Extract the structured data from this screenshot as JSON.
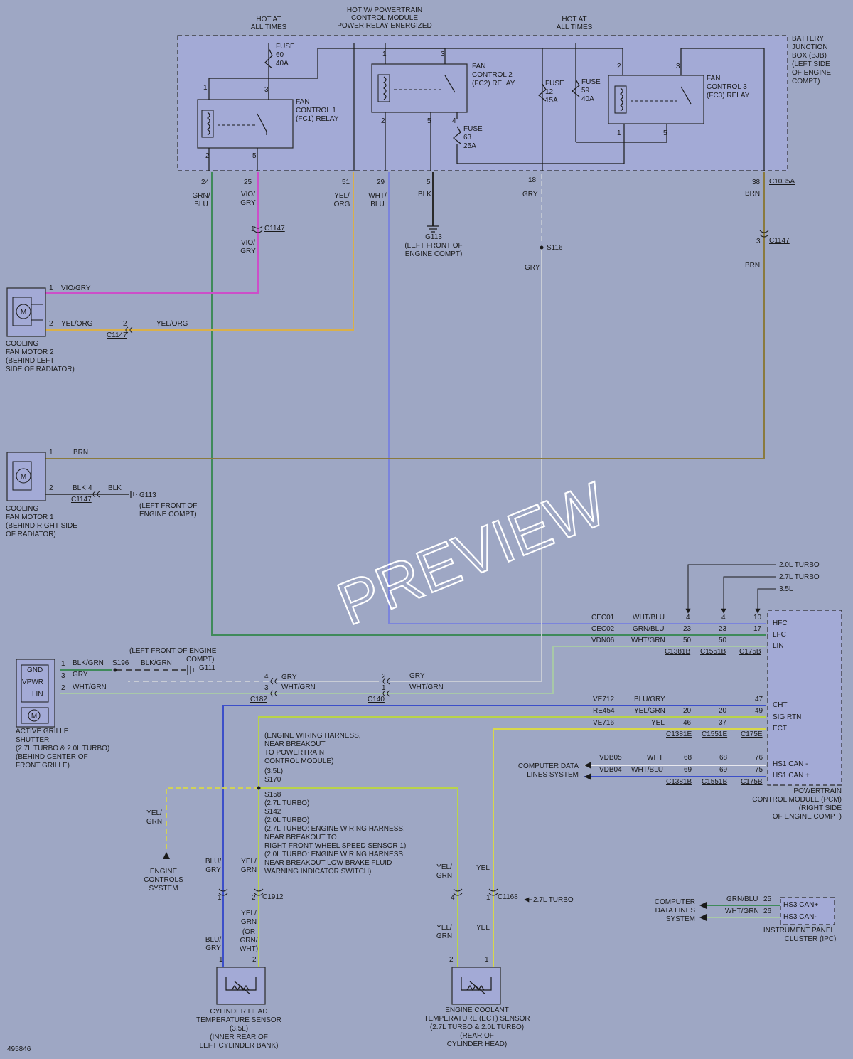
{
  "document": {
    "doc_id": "495846",
    "watermark": "PREVIEW"
  },
  "bjb": {
    "title_lines": [
      "BATTERY",
      "JUNCTION",
      "BOX (BJB)",
      "(LEFT SIDE",
      "OF ENGINE",
      "COMPT)"
    ],
    "hot_left": [
      "HOT AT",
      "ALL TIMES"
    ],
    "hot_mid": [
      "HOT W/ POWERTRAIN",
      "CONTROL MODULE",
      "POWER RELAY ENERGIZED"
    ],
    "hot_right": [
      "HOT AT",
      "ALL TIMES"
    ],
    "fuse_60": [
      "FUSE",
      "60",
      "40A"
    ],
    "fuse_12": [
      "FUSE",
      "12",
      "15A"
    ],
    "fuse_59": [
      "FUSE",
      "59",
      "40A"
    ],
    "fuse_63": [
      "FUSE",
      "63",
      "25A"
    ],
    "fc1": [
      "FAN",
      "CONTROL 1",
      "(FC1) RELAY"
    ],
    "fc2": [
      "FAN",
      "CONTROL 2",
      "(FC2) RELAY"
    ],
    "fc3": [
      "FAN",
      "CONTROL 3",
      "(FC3) RELAY"
    ],
    "relay_pins": {
      "p1": "1",
      "p2": "2",
      "p3": "3",
      "p4": "4",
      "p5": "5"
    },
    "pins_bottom": [
      "24",
      "25",
      "51",
      "29",
      "5",
      "18",
      "38"
    ],
    "connector": "C1035A"
  },
  "wires": {
    "grn_blu": [
      "GRN/",
      "BLU"
    ],
    "vio_gry": [
      "VIO/",
      "GRY"
    ],
    "yel_org": [
      "YEL/",
      "ORG"
    ],
    "wht_blu": [
      "WHT/",
      "BLU"
    ],
    "blk": "BLK",
    "gry": "GRY",
    "brn": "BRN",
    "vio_gry_inline": "VIO/GRY",
    "yel_org_inline": "YEL/ORG",
    "blk_grn": "BLK/GRN",
    "wht_grn": "WHT/GRN",
    "blu_gry": [
      "BLU/",
      "GRY"
    ],
    "yel_grn": [
      "YEL/",
      "GRN"
    ],
    "yel": "YEL",
    "yel_grn_alt": [
      "YEL/",
      "GRN",
      "(OR",
      "GRN/",
      "WHT)"
    ]
  },
  "connectors": {
    "c1147": "C1147",
    "c182": "C182",
    "c140": "C140",
    "c1912": "C1912",
    "c1168": "C1168",
    "pin1": "1",
    "pin2": "2",
    "pin3": "3",
    "pin4": "4"
  },
  "grounds": {
    "g113_main": [
      "G113",
      "(LEFT FRONT OF",
      "ENGINE COMPT)"
    ],
    "g113_small": [
      "G113",
      "(LEFT FRONT OF",
      "ENGINE COMPT)"
    ],
    "g111": [
      "(LEFT FRONT OF ENGINE",
      "COMPT)",
      "G111"
    ]
  },
  "splices": {
    "s116": "S116",
    "s196": "S196",
    "s170_note": [
      "(ENGINE WIRING HARNESS,",
      "NEAR BREAKOUT",
      "TO POWERTRAIN",
      "CONTROL MODULE)",
      "(3.5L)",
      "S170"
    ],
    "s158_note": [
      "S158",
      "(2.7L TURBO)",
      "S142",
      "(2.0L TURBO)",
      "(2.7L TURBO: ENGINE WIRING HARNESS,",
      "NEAR BREAKOUT TO",
      "RIGHT FRONT WHEEL SPEED SENSOR 1)",
      "(2.0L TURBO: ENGINE WIRING HARNESS,",
      "NEAR BREAKOUT LOW BRAKE FLUID",
      "WARNING INDICATOR SWITCH)"
    ]
  },
  "components": {
    "fan_motor_2": [
      "COOLING",
      "FAN MOTOR 2",
      "(BEHIND LEFT",
      "SIDE OF RADIATOR)"
    ],
    "fan_motor_1": [
      "COOLING",
      "FAN MOTOR 1",
      "(BEHIND RIGHT SIDE",
      "OF RADIATOR)"
    ],
    "motor_symbol": "M",
    "grille": [
      "ACTIVE GRILLE",
      "SHUTTER",
      "(2.7L TURBO & 2.0L TURBO)",
      "(BEHIND CENTER OF",
      "FRONT GRILLE)"
    ],
    "grille_pins": [
      "GND",
      "VPWR",
      "LIN"
    ],
    "cht_sensor": [
      "CYLINDER HEAD",
      "TEMPERATURE SENSOR",
      "(3.5L)",
      "(INNER REAR OF",
      "LEFT CYLINDER BANK)"
    ],
    "ect_sensor": [
      "ENGINE COOLANT",
      "TEMPERATURE (ECT) SENSOR",
      "(2.7L TURBO & 2.0L TURBO)",
      "(REAR OF",
      "CYLINDER HEAD)"
    ],
    "engine_controls": [
      "ENGINE",
      "CONTROLS",
      "SYSTEM"
    ],
    "turbo_27": "2.7L TURBO"
  },
  "pcm": {
    "title": [
      "POWERTRAIN",
      "CONTROL MODULE (PCM)",
      "(RIGHT SIDE",
      "OF ENGINE COMPT)"
    ],
    "variants": [
      "2.0L TURBO",
      "2.7L TURBO",
      "3.5L"
    ],
    "pins": [
      "HFC",
      "LFC",
      "LIN",
      "CHT",
      "SIG RTN",
      "ECT",
      "HS1 CAN -",
      "HS1 CAN +"
    ],
    "rows_top": [
      {
        "circuit": "CEC01",
        "color": "WHT/BLU",
        "a": "4",
        "b": "4",
        "c": "10"
      },
      {
        "circuit": "CEC02",
        "color": "GRN/BLU",
        "a": "23",
        "b": "23",
        "c": "17"
      },
      {
        "circuit": "VDN06",
        "color": "WHT/GRN",
        "a": "50",
        "b": "50",
        "c": ""
      }
    ],
    "conn_top": [
      "C1381B",
      "C1551B",
      "C175B"
    ],
    "rows_mid": [
      {
        "circuit": "VE712",
        "color": "BLU/GRY",
        "a": "",
        "b": "",
        "c": "47"
      },
      {
        "circuit": "RE454",
        "color": "YEL/GRN",
        "a": "20",
        "b": "20",
        "c": "49"
      },
      {
        "circuit": "VE716",
        "color": "YEL",
        "a": "46",
        "b": "37",
        "c": ""
      }
    ],
    "conn_mid": [
      "C1381E",
      "C1551E",
      "C175E"
    ],
    "rows_can": [
      {
        "circuit": "VDB05",
        "color": "WHT",
        "a": "68",
        "b": "68",
        "c": "76"
      },
      {
        "circuit": "VDB04",
        "color": "WHT/BLU",
        "a": "69",
        "b": "69",
        "c": "75"
      }
    ],
    "conn_can": [
      "C1381B",
      "C1551B",
      "C175B"
    ],
    "data_lines": [
      "COMPUTER DATA",
      "LINES SYSTEM"
    ]
  },
  "ipc": {
    "title": [
      "INSTRUMENT PANEL",
      "CLUSTER (IPC)"
    ],
    "pins": [
      "HS3 CAN+",
      "HS3 CAN-"
    ],
    "rows": [
      {
        "color": "GRN/BLU",
        "pin": "25"
      },
      {
        "color": "WHT/GRN",
        "pin": "26"
      }
    ],
    "data_lines": [
      "COMPUTER",
      "DATA LINES",
      "SYSTEM"
    ]
  },
  "colors": {
    "grn_blu": "#3f8a5a",
    "vio_gry": "#cc4fc9",
    "yel_org": "#d9b04a",
    "wht_blu": "#7b84dc",
    "gry": "#c9cdd6",
    "brn": "#8a7a3e",
    "wht_grn": "#a8c8a8",
    "blu_gry": "#3c4fc9",
    "yel_grn": "#b9d34a",
    "yel": "#d8d84a",
    "wht": "#e8e8ee",
    "blk": "#2a2a2a"
  }
}
